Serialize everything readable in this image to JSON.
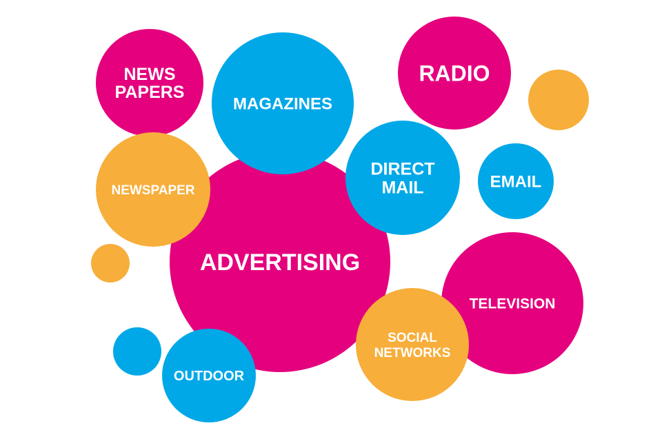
{
  "colors": {
    "pink": "#e5007d",
    "blue": "#00a8e8",
    "orange": "#f7ae3b",
    "text": "#ffffff"
  },
  "bubbles": [
    {
      "id": "advertising",
      "lines": [
        "ADVERTISING"
      ],
      "color": "pink"
    },
    {
      "id": "television",
      "lines": [
        "TELEVISION"
      ],
      "color": "pink"
    },
    {
      "id": "news-papers",
      "lines": [
        "NEWS",
        "PAPERS"
      ],
      "color": "pink"
    },
    {
      "id": "radio",
      "lines": [
        "RADIO"
      ],
      "color": "pink"
    },
    {
      "id": "magazines",
      "lines": [
        "MAGAZINES"
      ],
      "color": "blue"
    },
    {
      "id": "newspaper",
      "lines": [
        "NEWSPAPER"
      ],
      "color": "orange"
    },
    {
      "id": "direct-mail",
      "lines": [
        "DIRECT",
        "MAIL"
      ],
      "color": "blue"
    },
    {
      "id": "email",
      "lines": [
        "EMAIL"
      ],
      "color": "blue"
    },
    {
      "id": "social-networks",
      "lines": [
        "SOCIAL",
        "NETWORKS"
      ],
      "color": "orange"
    },
    {
      "id": "outdoor",
      "lines": [
        "OUTDOOR"
      ],
      "color": "blue"
    },
    {
      "id": "dot-orange-top-right",
      "lines": [],
      "color": "orange"
    },
    {
      "id": "dot-orange-left",
      "lines": [],
      "color": "orange"
    },
    {
      "id": "dot-blue-bottom-left",
      "lines": [],
      "color": "blue"
    }
  ]
}
